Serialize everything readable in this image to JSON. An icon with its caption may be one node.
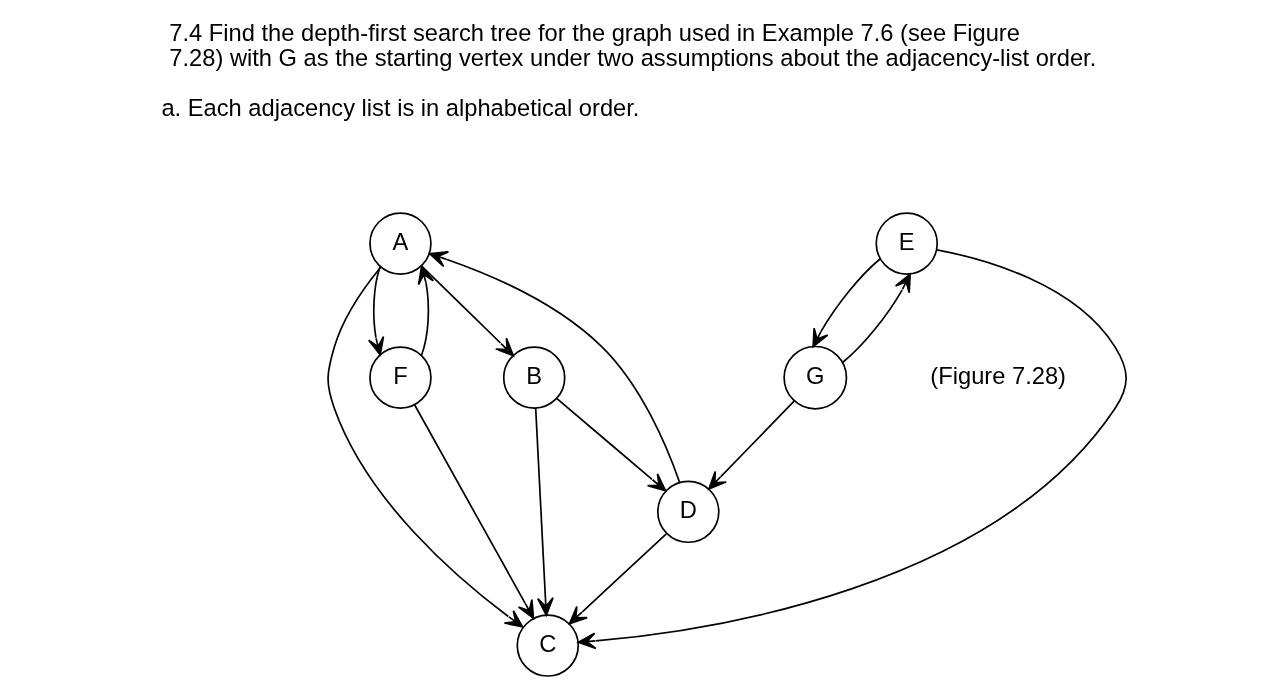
{
  "diagram": {
    "title": "7.4 Find the depth-first search tree for the graph used in Example 7.6 (see Figure 7.28) with G as the starting vertex under two assumptions about the adjacency-list order.",
    "caption": "(Figure 7.28)",
    "nodes": [
      {
        "text": [
          "A"
        ]
      },
      {
        "text": [
          "D"
        ]
      },
      {
        "text": [
          "B"
        ]
      },
      {
        "text": [
          "G"
        ]
      },
      {
        "text": [
          "F"
        ]
      },
      {
        "text": [
          "C"
        ]
      },
      {
        "text": [
          "E"
        ]
      }
    ],
    "edges": [
      {
        "from": 1,
        "to": 0,
        "arrow": "to"
      },
      {
        "from": 0,
        "to": 2,
        "arrow": "to"
      },
      {
        "from": 0,
        "to": 5,
        "arrow": "to"
      },
      {
        "from": 0,
        "to": 4,
        "arrow": "to"
      },
      {
        "from": 4,
        "to": 0,
        "arrow": "to"
      },
      {
        "from": 2,
        "to": 1,
        "arrow": "to"
      },
      {
        "from": 2,
        "to": 5,
        "arrow": "to"
      },
      {
        "from": 1,
        "to": 5,
        "arrow": "to"
      },
      {
        "from": 4,
        "to": 5,
        "arrow": "to"
      },
      {
        "from": 6,
        "to": 5,
        "arrow": "to"
      },
      {
        "from": 3,
        "to": 1,
        "arrow": "to"
      },
      {
        "from": 6,
        "to": 3,
        "arrow": "to"
      },
      {
        "from": 3,
        "to": 6,
        "arrow": "to"
      }
    ],
    "labels": [
      "a. Each adjacency list is in alphabetical order."
    ]
  }
}
